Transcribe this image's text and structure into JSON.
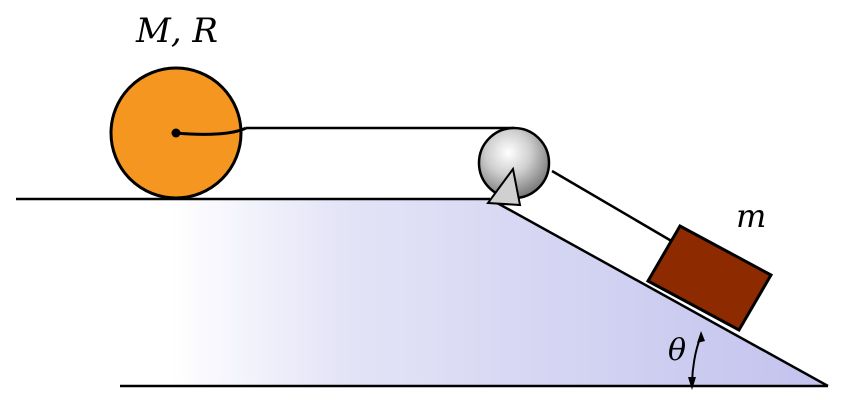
{
  "labels": {
    "disk": "M, R",
    "block": "m",
    "angle": "θ"
  },
  "colors": {
    "disk_fill": "#f4961f",
    "block_fill": "#8e2a00",
    "incline_shade": "#c2c2ee",
    "incline_fade": "#ffffff",
    "outline": "#000000"
  }
}
